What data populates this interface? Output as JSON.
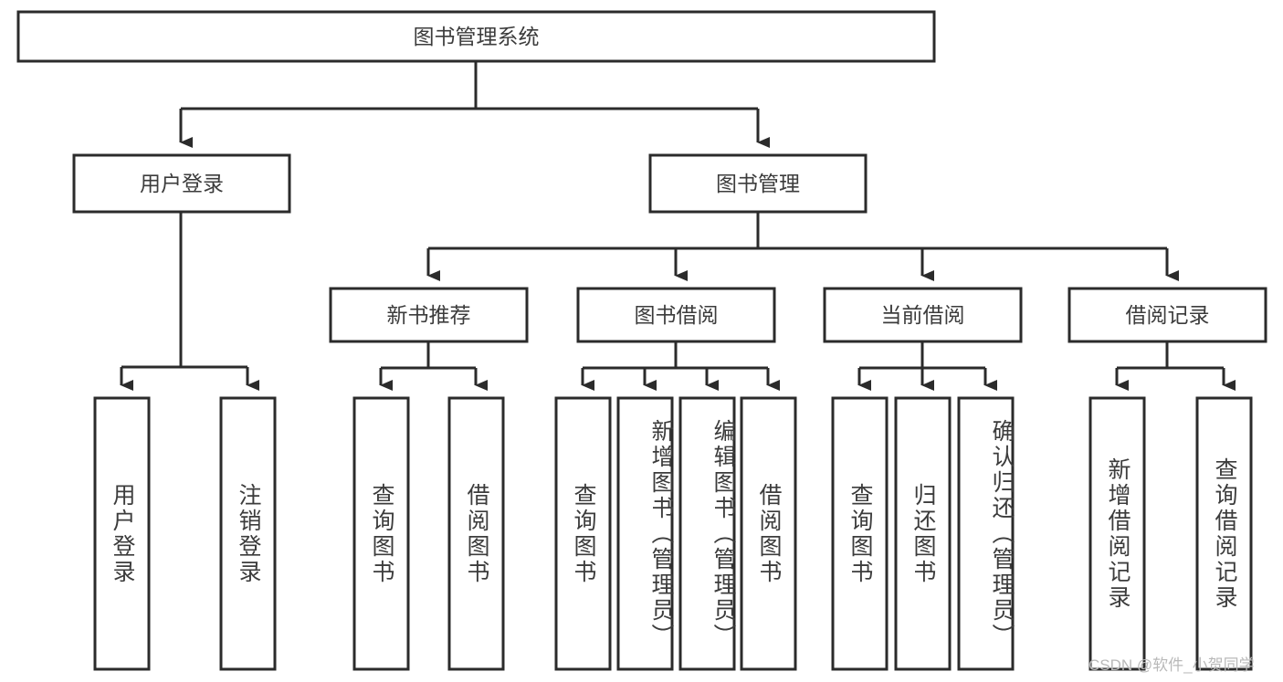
{
  "diagram": {
    "title": "图书管理系统",
    "type": "tree",
    "watermark": "CSDN @软件_小贺同学",
    "colors": {
      "stroke": "#2b2b2b",
      "box_fill": "#ffffff",
      "text": "#3c3c3c",
      "background": "#ffffff",
      "watermark": "#b9b9b9"
    },
    "nodes": {
      "root": {
        "label": "图书管理系统",
        "level": 0
      },
      "l1": [
        {
          "label": "用户登录",
          "level": 1
        },
        {
          "label": "图书管理",
          "level": 1
        }
      ],
      "l2": [
        {
          "label": "新书推荐",
          "level": 2
        },
        {
          "label": "图书借阅",
          "level": 2
        },
        {
          "label": "当前借阅",
          "level": 2
        },
        {
          "label": "借阅记录",
          "level": 2
        }
      ],
      "leaves": [
        {
          "label": "用户登录",
          "parent": "用户登录",
          "orientation": "vertical"
        },
        {
          "label": "注销登录",
          "parent": "用户登录",
          "orientation": "vertical"
        },
        {
          "label": "查询图书",
          "parent": "新书推荐",
          "orientation": "vertical"
        },
        {
          "label": "借阅图书",
          "parent": "新书推荐",
          "orientation": "vertical"
        },
        {
          "label": "查询图书",
          "parent": "图书借阅",
          "orientation": "vertical"
        },
        {
          "label": "新增图书（管理员）",
          "parent": "图书借阅",
          "orientation": "vertical"
        },
        {
          "label": "编辑图书（管理员）",
          "parent": "图书借阅",
          "orientation": "vertical"
        },
        {
          "label": "借阅图书",
          "parent": "图书借阅",
          "orientation": "vertical"
        },
        {
          "label": "查询图书",
          "parent": "当前借阅",
          "orientation": "vertical"
        },
        {
          "label": "归还图书",
          "parent": "当前借阅",
          "orientation": "vertical"
        },
        {
          "label": "确认归还（管理员）",
          "parent": "当前借阅",
          "orientation": "vertical"
        },
        {
          "label": "新增借阅记录",
          "parent": "借阅记录",
          "orientation": "vertical"
        },
        {
          "label": "查询借阅记录",
          "parent": "借阅记录",
          "orientation": "vertical"
        }
      ]
    }
  }
}
